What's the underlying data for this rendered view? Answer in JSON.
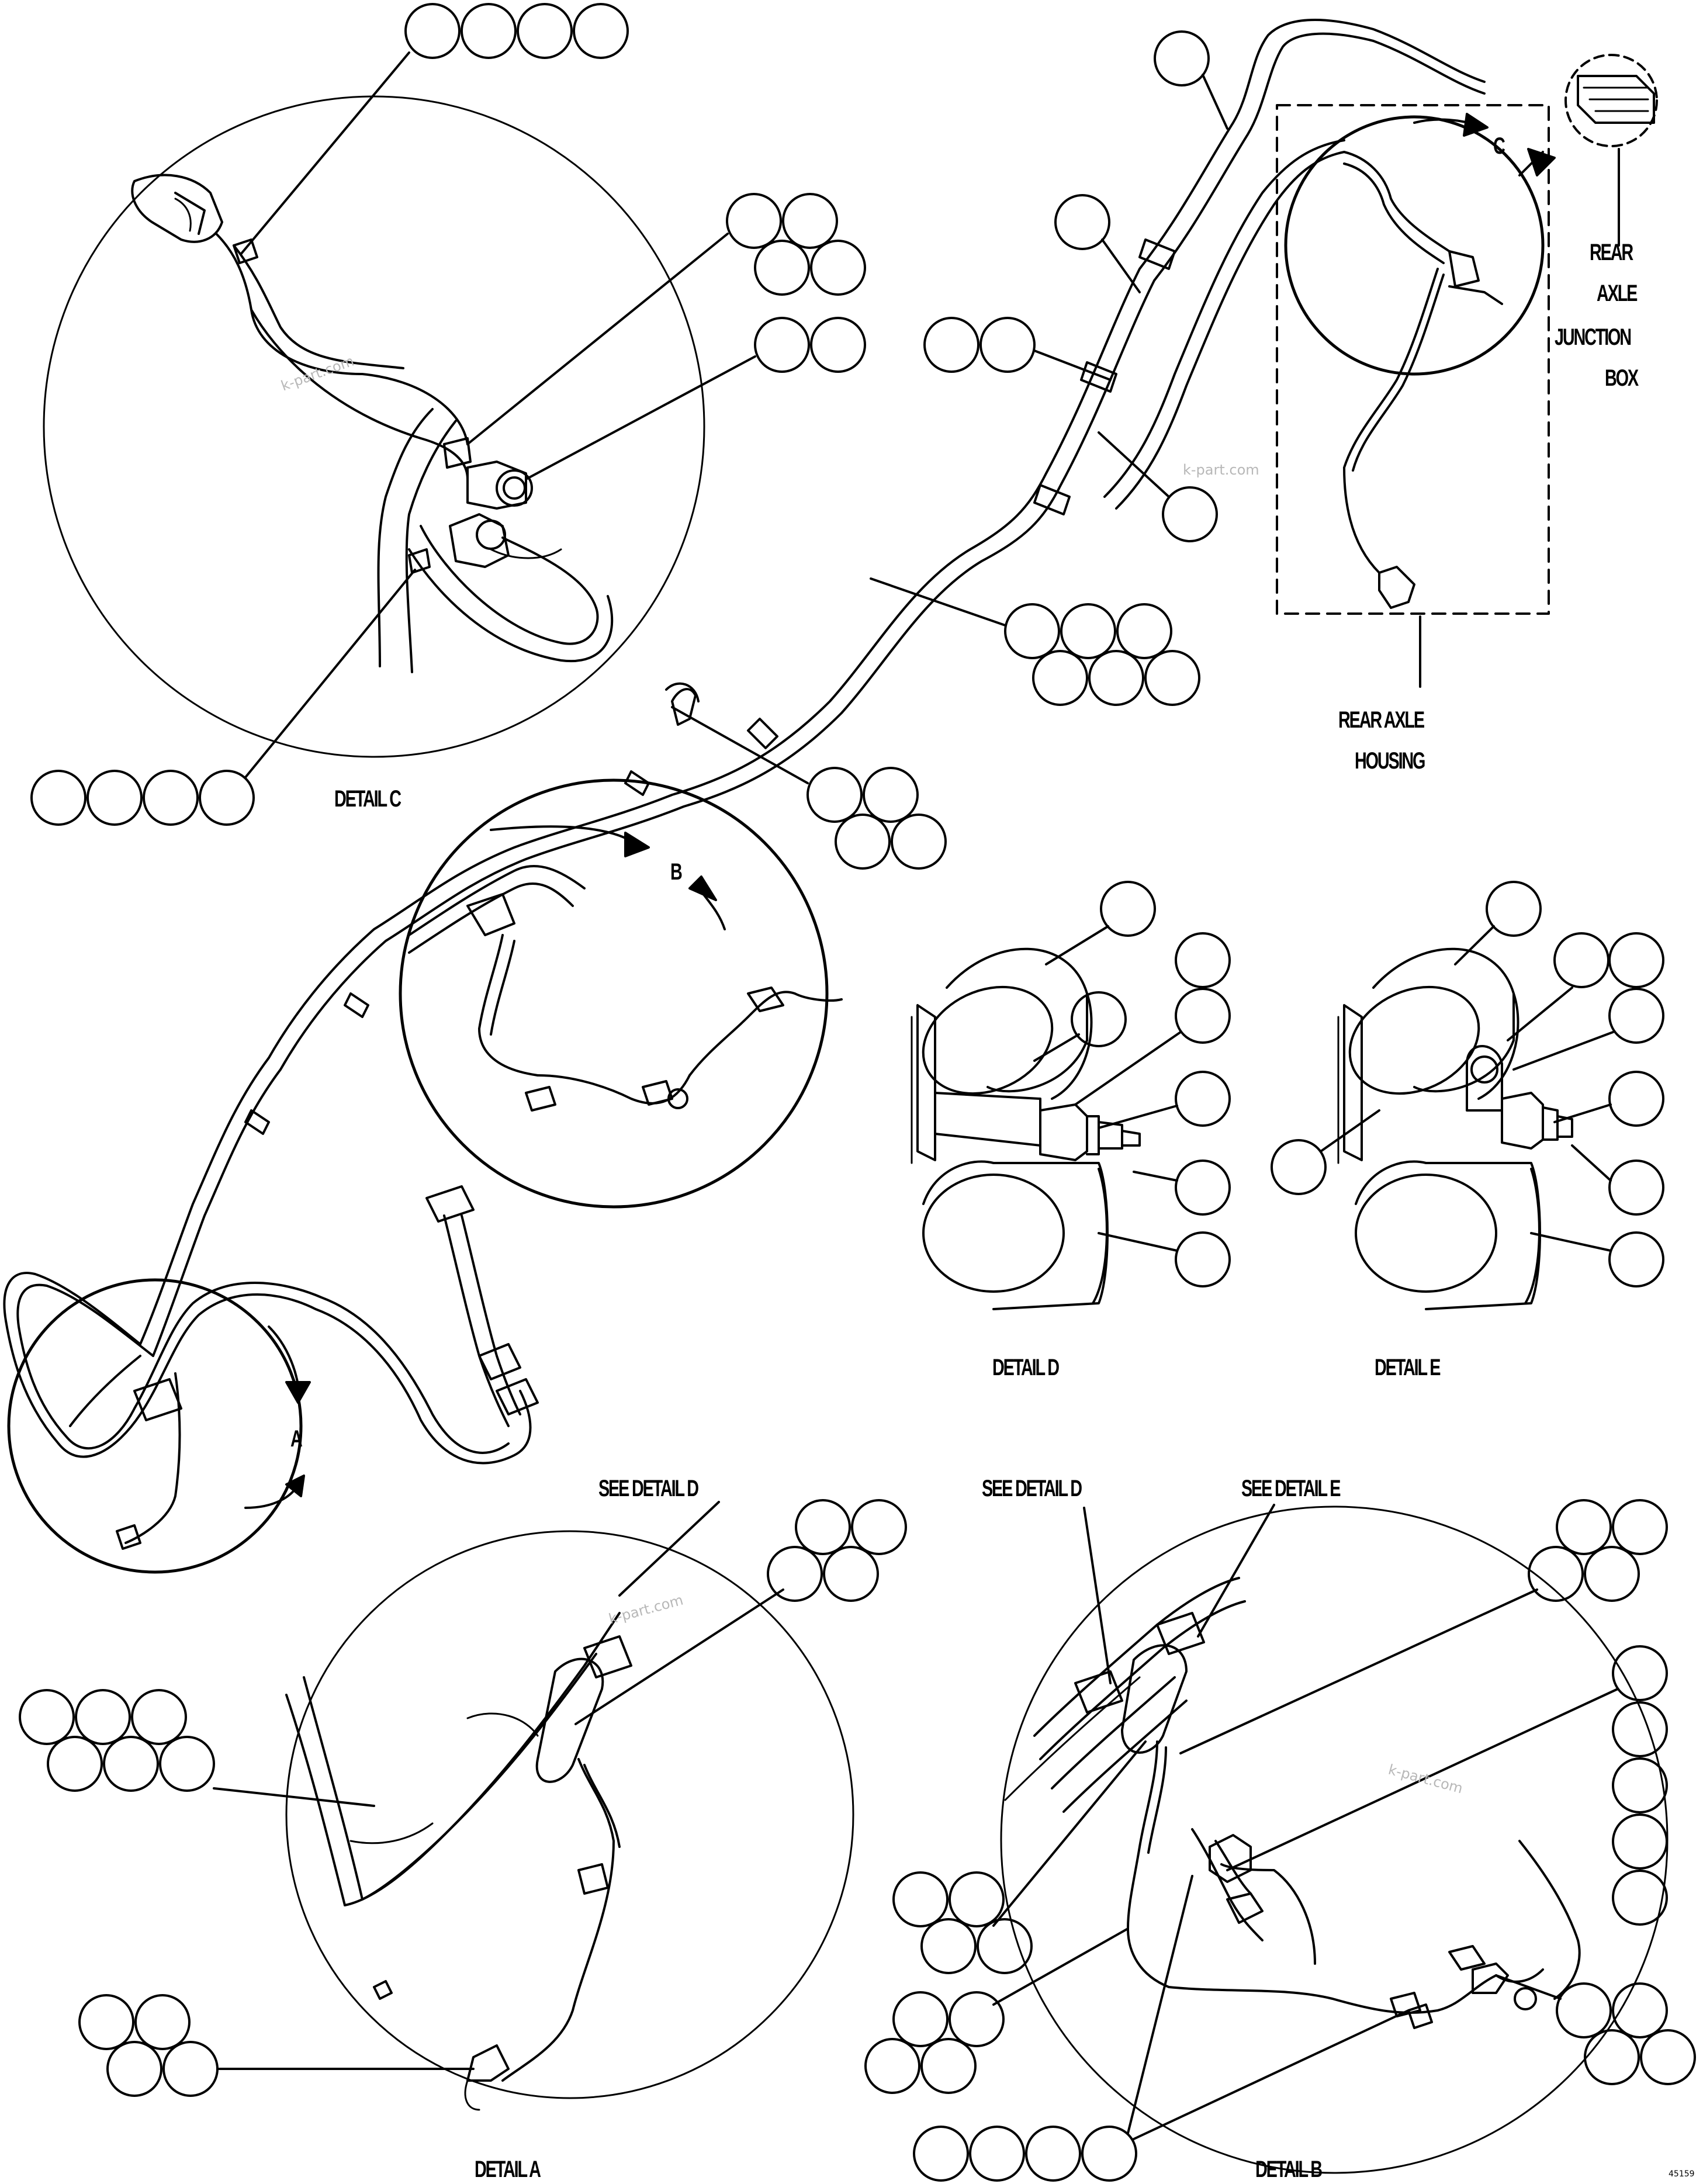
{
  "labels": {
    "detail_a": "DETAIL A",
    "detail_b": "DETAIL B",
    "detail_c": "DETAIL C",
    "detail_d": "DETAIL D",
    "detail_e": "DETAIL E",
    "see_detail_d_1": "SEE DETAIL D",
    "see_detail_d_2": "SEE DETAIL D",
    "see_detail_e": "SEE DETAIL E",
    "rear": "REAR",
    "axle": "AXLE",
    "junction": "JUNCTION",
    "box": "BOX",
    "rear_axle": "REAR AXLE",
    "housing": "HOUSING",
    "view_a": "A",
    "view_b": "B",
    "view_c": "C",
    "drawing_number": "45159"
  },
  "watermark": "k-part.com"
}
